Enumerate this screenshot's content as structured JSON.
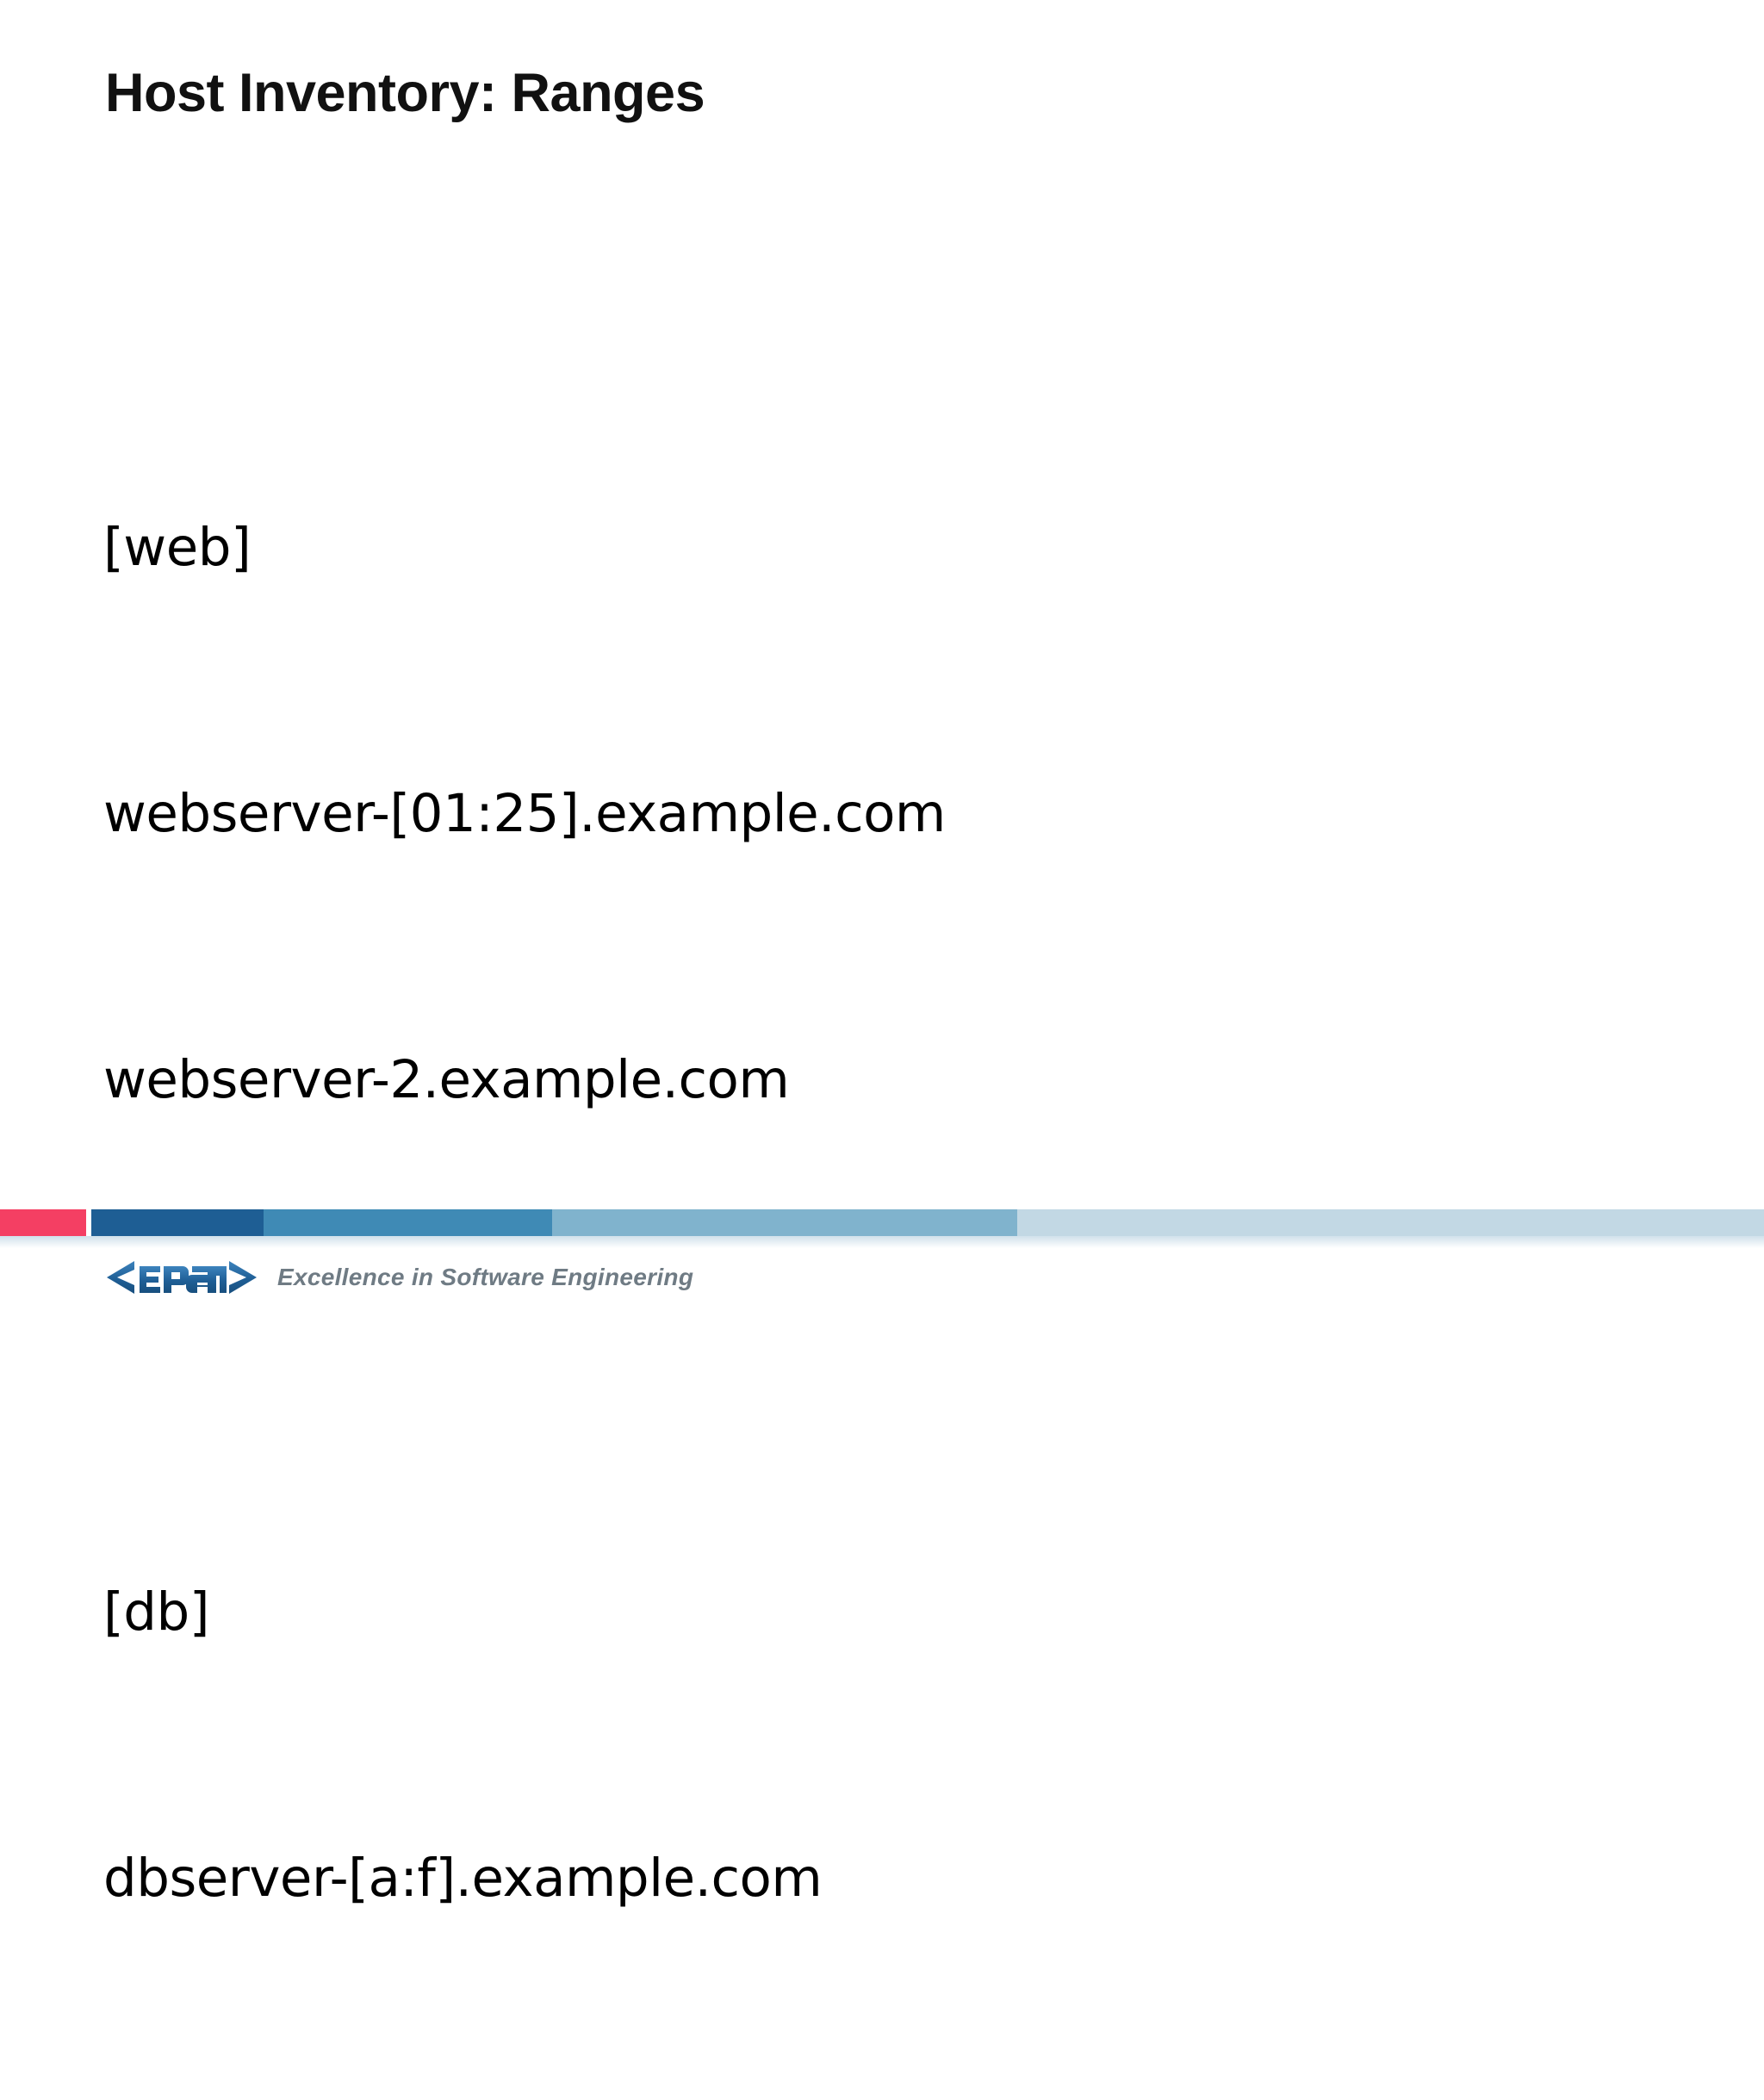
{
  "slide": {
    "title": "Host Inventory: Ranges",
    "background_color": "#ffffff",
    "title_color": "#111111"
  },
  "body": {
    "lines": [
      "[web]",
      "webserver-[01:25].example.com",
      "webserver-2.example.com",
      "",
      "[db]",
      "dbserver-[a:f].example.com"
    ],
    "text_color": "#000000"
  },
  "footer": {
    "color_bar": [
      {
        "name": "crimson",
        "color": "#f43f63"
      },
      {
        "name": "dark-blue",
        "color": "#1e5e94"
      },
      {
        "name": "medium-blue",
        "color": "#3f8ab5"
      },
      {
        "name": "light-blue",
        "color": "#80b3cd"
      },
      {
        "name": "pale-blue",
        "color": "#c2d8e4"
      }
    ],
    "logo": {
      "mark_text": "<epam>",
      "mark_color": "#2a6ea8",
      "tagline": "Excellence in Software Engineering",
      "tagline_color": "#6f7b84"
    }
  }
}
